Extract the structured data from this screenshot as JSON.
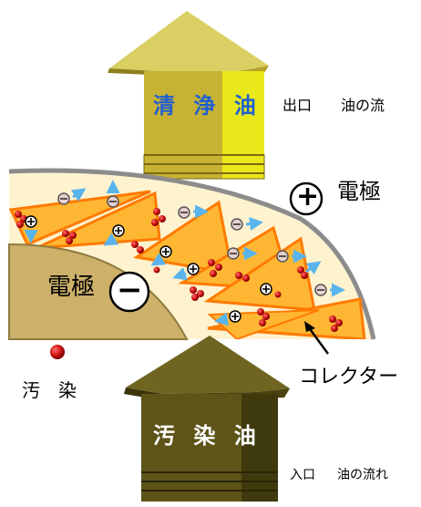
{
  "labels": {
    "clean_oil": "清 浄 油",
    "outlet": "出口",
    "outlet_flow": "油の流",
    "electrode_positive": "電極",
    "electrode_negative": "電極",
    "positive_sign": "+",
    "negative_sign": "−",
    "contaminant": "汚　染",
    "collector": "コレクター",
    "dirty_oil": "汚 染 油",
    "inlet": "入口",
    "inlet_flow": "油の流れ"
  },
  "colors": {
    "clean_arrow_front": "#c8b233",
    "clean_arrow_side": "#e8e81a",
    "clean_arrow_text": "#1f5fd0",
    "dirty_arrow_front": "#5e5418",
    "dirty_arrow_side": "#3f3a0e",
    "dirty_arrow_text": "#ffffff",
    "field_fill": "#fff3cf",
    "collector_fill": "#ffb733",
    "collector_edge": "#ff7a00",
    "negative_electrode": "#cdb06a",
    "contaminant_red": "#cc1111",
    "flow_arrow_blue": "#5ab4ec"
  }
}
